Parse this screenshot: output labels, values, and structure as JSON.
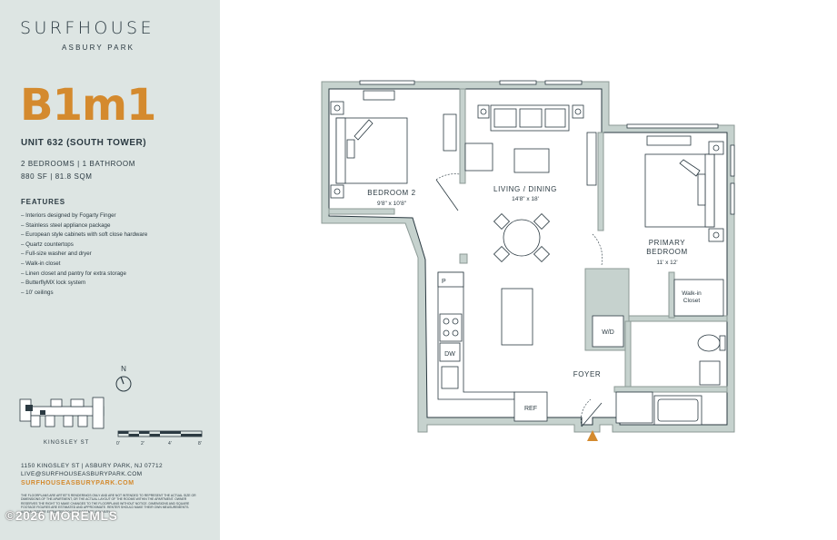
{
  "brand": {
    "name": "SURFHOUSE",
    "location": "ASBURY PARK"
  },
  "unit": {
    "code": "B1m1",
    "number": "UNIT 632 (SOUTH TOWER)",
    "beds_baths": "2 BEDROOMS | 1 BATHROOM",
    "area": "880 SF | 81.8 SQM"
  },
  "features": {
    "heading": "FEATURES",
    "items": [
      "Interiors designed by Fogarty Finger",
      "Stainless steel appliance package",
      "European style cabinets with soft close hardware",
      "Quartz countertops",
      "Full-size washer and dryer",
      "Walk-in closet",
      "Linen closet and pantry for extra storage",
      "ButterflyMX lock system",
      "10' ceilings"
    ]
  },
  "compass_label": "N",
  "street_label": "KINGSLEY ST",
  "scale_ticks": [
    "0'",
    "2'",
    "4'",
    "8'"
  ],
  "contact": {
    "address": "1150 KINGSLEY ST | ASBURY PARK, NJ 07712",
    "email": "LIVE@SURFHOUSEASBURYPARK.COM",
    "website": "SURFHOUSEASBURYPARK.COM"
  },
  "disclaimer": "The floorplans are artist's renderings only and are not intended to represent the actual size or dimensions of the apartment, or the actual layout of the rooms within the apartment. Owner reserves the right to make changes to the floorplans without notice. Dimensions and square footage figures are estimated and approximate. Renter should make their own measurements. Actual size or estimated square footage may vary.",
  "watermark": "©2026 MOREMLS",
  "floorplan": {
    "rooms": {
      "bedroom2": {
        "name": "BEDROOM 2",
        "dims": "9'8\" x 10'8\""
      },
      "living": {
        "name": "LIVING / DINING",
        "dims": "14'8\" x 18'"
      },
      "primary_line1": "PRIMARY",
      "primary_line2": "BEDROOM",
      "primary_dims": "11' x 12'",
      "walkin_line1": "Walk-in",
      "walkin_line2": "Closet",
      "foyer": "FOYER"
    },
    "labels": {
      "wd": "W/D",
      "dw": "DW",
      "pantry": "P",
      "ref": "REF"
    },
    "colors": {
      "wall": "#c6d2ce",
      "wall_stroke": "#8c9a96",
      "accent": "#d48a2e",
      "ink": "#2b3a42"
    }
  }
}
